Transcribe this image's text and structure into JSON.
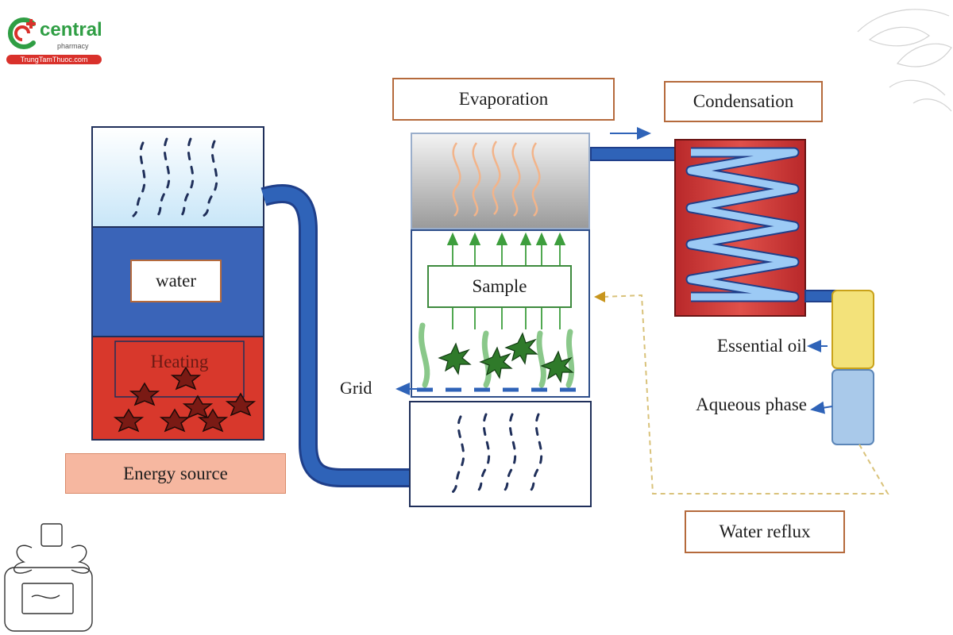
{
  "brand": {
    "name": "central",
    "sub": "pharmacy",
    "site": "TrungTamThuoc.com",
    "colors": {
      "green": "#2f9e44",
      "red": "#d9312b"
    }
  },
  "labels": {
    "evaporation": "Evaporation",
    "condensation": "Condensation",
    "water": "water",
    "heating": "Heating",
    "energy_source": "Energy source",
    "sample": "Sample",
    "grid": "Grid",
    "essential_oil": "Essential oil",
    "aqueous_phase": "Aqueous phase",
    "water_reflux": "Water reflux"
  },
  "colors": {
    "boiler_water": "#3a64b8",
    "boiler_heat": "#d8382c",
    "pipe": "#2f63b8",
    "condenser": "#c9302c",
    "coil": "#7fb6f0",
    "oil": "#f3e27a",
    "aqueous": "#a9c9ea",
    "vapor_orange": "#f2b48a",
    "arrow_green": "#3d9e3d",
    "energy_fill": "#f6b7a0",
    "box_border": "#b56a3c",
    "reflux_dash": "#d9c27a"
  }
}
